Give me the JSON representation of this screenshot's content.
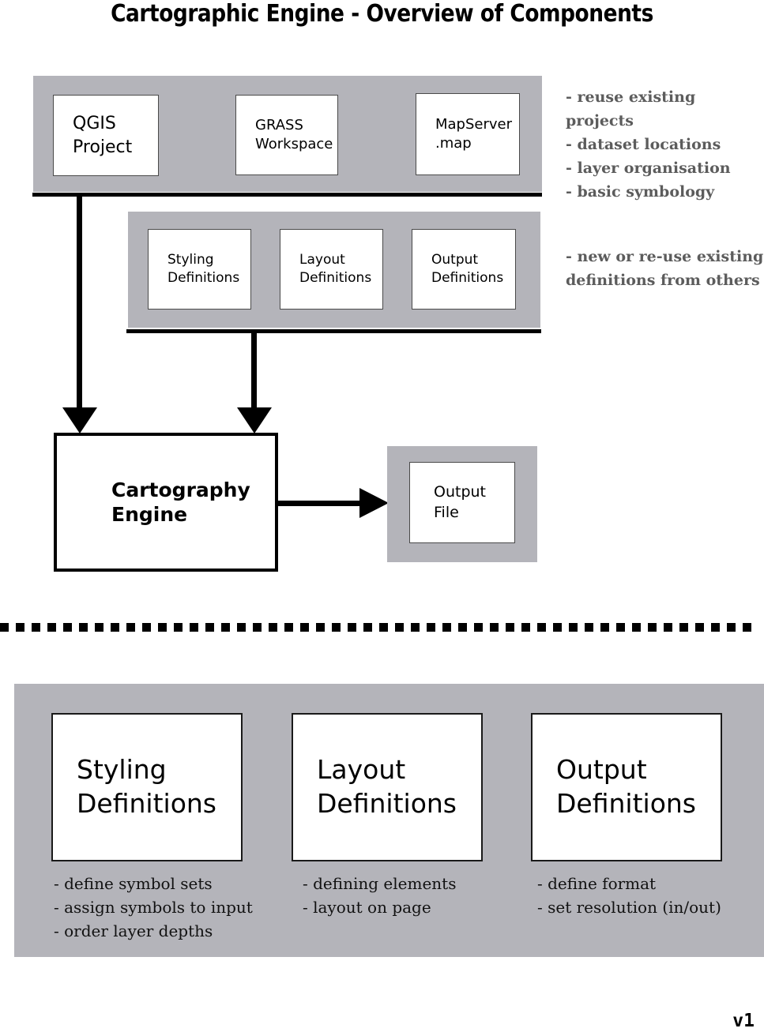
{
  "title": "Cartographic Engine - Overview of Components",
  "version_label": "v1",
  "colors": {
    "panel_gray": "#b4b4ba",
    "notes_gray": "#5c5c5c",
    "line_black": "#000000"
  },
  "sources_panel": {
    "boxes": [
      {
        "label": "QGIS\nProject"
      },
      {
        "label": "GRASS\nWorkspace"
      },
      {
        "label": "MapServer\n.map"
      }
    ],
    "notes": [
      "- reuse existing projects",
      "- dataset locations",
      "- layer organisation",
      "- basic symbology"
    ]
  },
  "definitions_panel": {
    "boxes": [
      {
        "label": "Styling\nDefinitions"
      },
      {
        "label": "Layout\nDefinitions"
      },
      {
        "label": "Output\nDefinitions"
      }
    ],
    "notes": [
      "- new or re-use existing",
      "definitions from others"
    ]
  },
  "engine": {
    "label": "Cartography\nEngine"
  },
  "output_panel": {
    "box_label": "Output\nFile"
  },
  "details_panel": {
    "columns": [
      {
        "title": "Styling\nDefinitions",
        "bullets": [
          "- define symbol sets",
          "- assign symbols to input",
          "- order layer depths"
        ]
      },
      {
        "title": "Layout\nDefinitions",
        "bullets": [
          "- defining elements",
          "- layout on page"
        ]
      },
      {
        "title": "Output\nDefinitions",
        "bullets": [
          "- define format",
          "- set resolution (in/out)"
        ]
      }
    ]
  }
}
